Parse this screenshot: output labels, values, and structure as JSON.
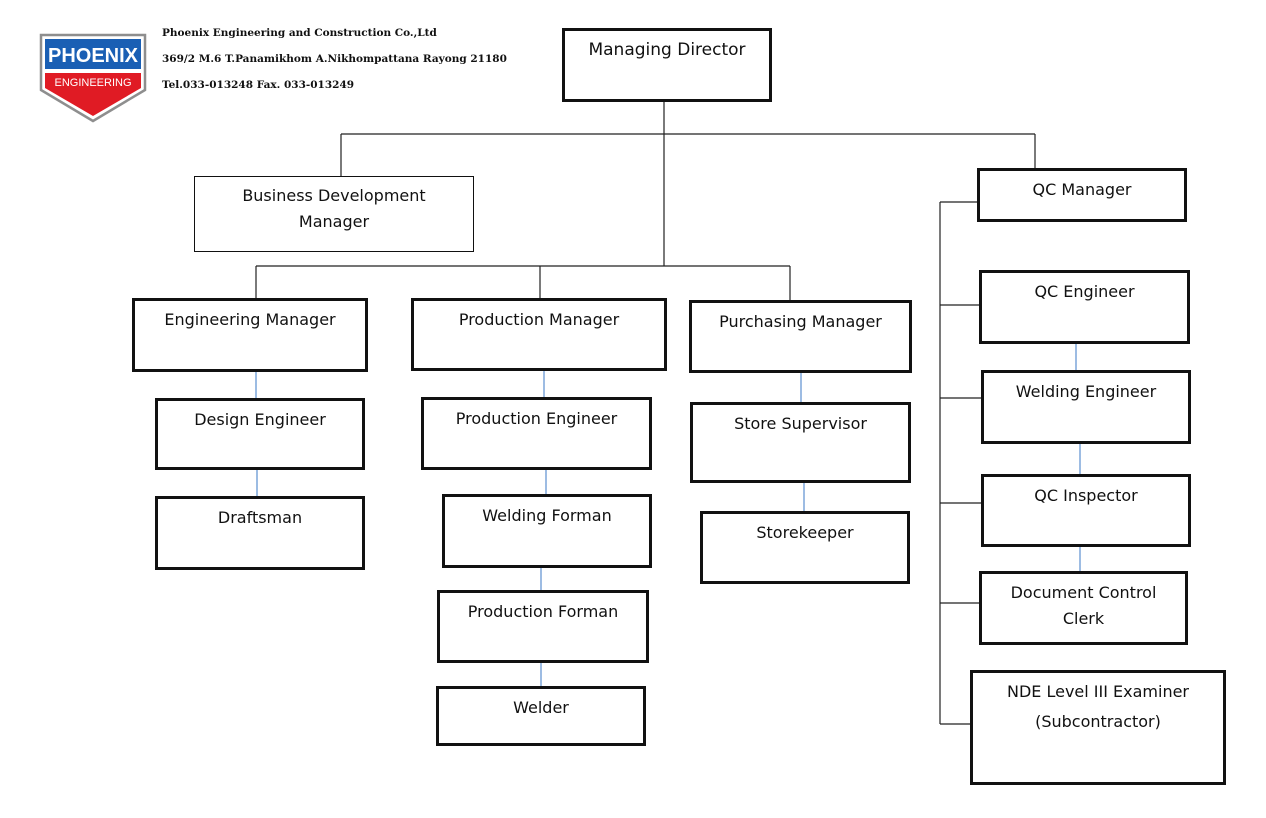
{
  "logo": {
    "line1": "PHOENIX",
    "line2": "ENGINEERING",
    "brand_blue": "#1a5fb4",
    "brand_red": "#e01b24"
  },
  "company": {
    "name": "Phoenix Engineering and Construction Co.,Ltd",
    "address": "369/2 M.6 T.Panamikhom A.Nikhompattana Rayong 21180",
    "contact": "Tel.033-013248  Fax. 033-013249"
  },
  "chart": {
    "md": "Managing Director",
    "bdm": [
      "Business Development",
      "Manager"
    ],
    "qcm": "QC Manager",
    "engm": "Engineering Manager",
    "prodm": "Production Manager",
    "purm": "Purchasing Manager",
    "design": "Design Engineer",
    "drafts": "Draftsman",
    "prodeng": "Production Engineer",
    "weldfor": "Welding Forman",
    "prodfor": "Production Forman",
    "welder": "Welder",
    "storesup": "Store Supervisor",
    "storekp": "Storekeeper",
    "qceng": "QC Engineer",
    "weldeng": "Welding Engineer",
    "qcinsp": "QC Inspector",
    "doc": [
      "Document Control",
      "Clerk"
    ],
    "nde": [
      "NDE Level III Examiner",
      "(Subcontractor)"
    ]
  }
}
